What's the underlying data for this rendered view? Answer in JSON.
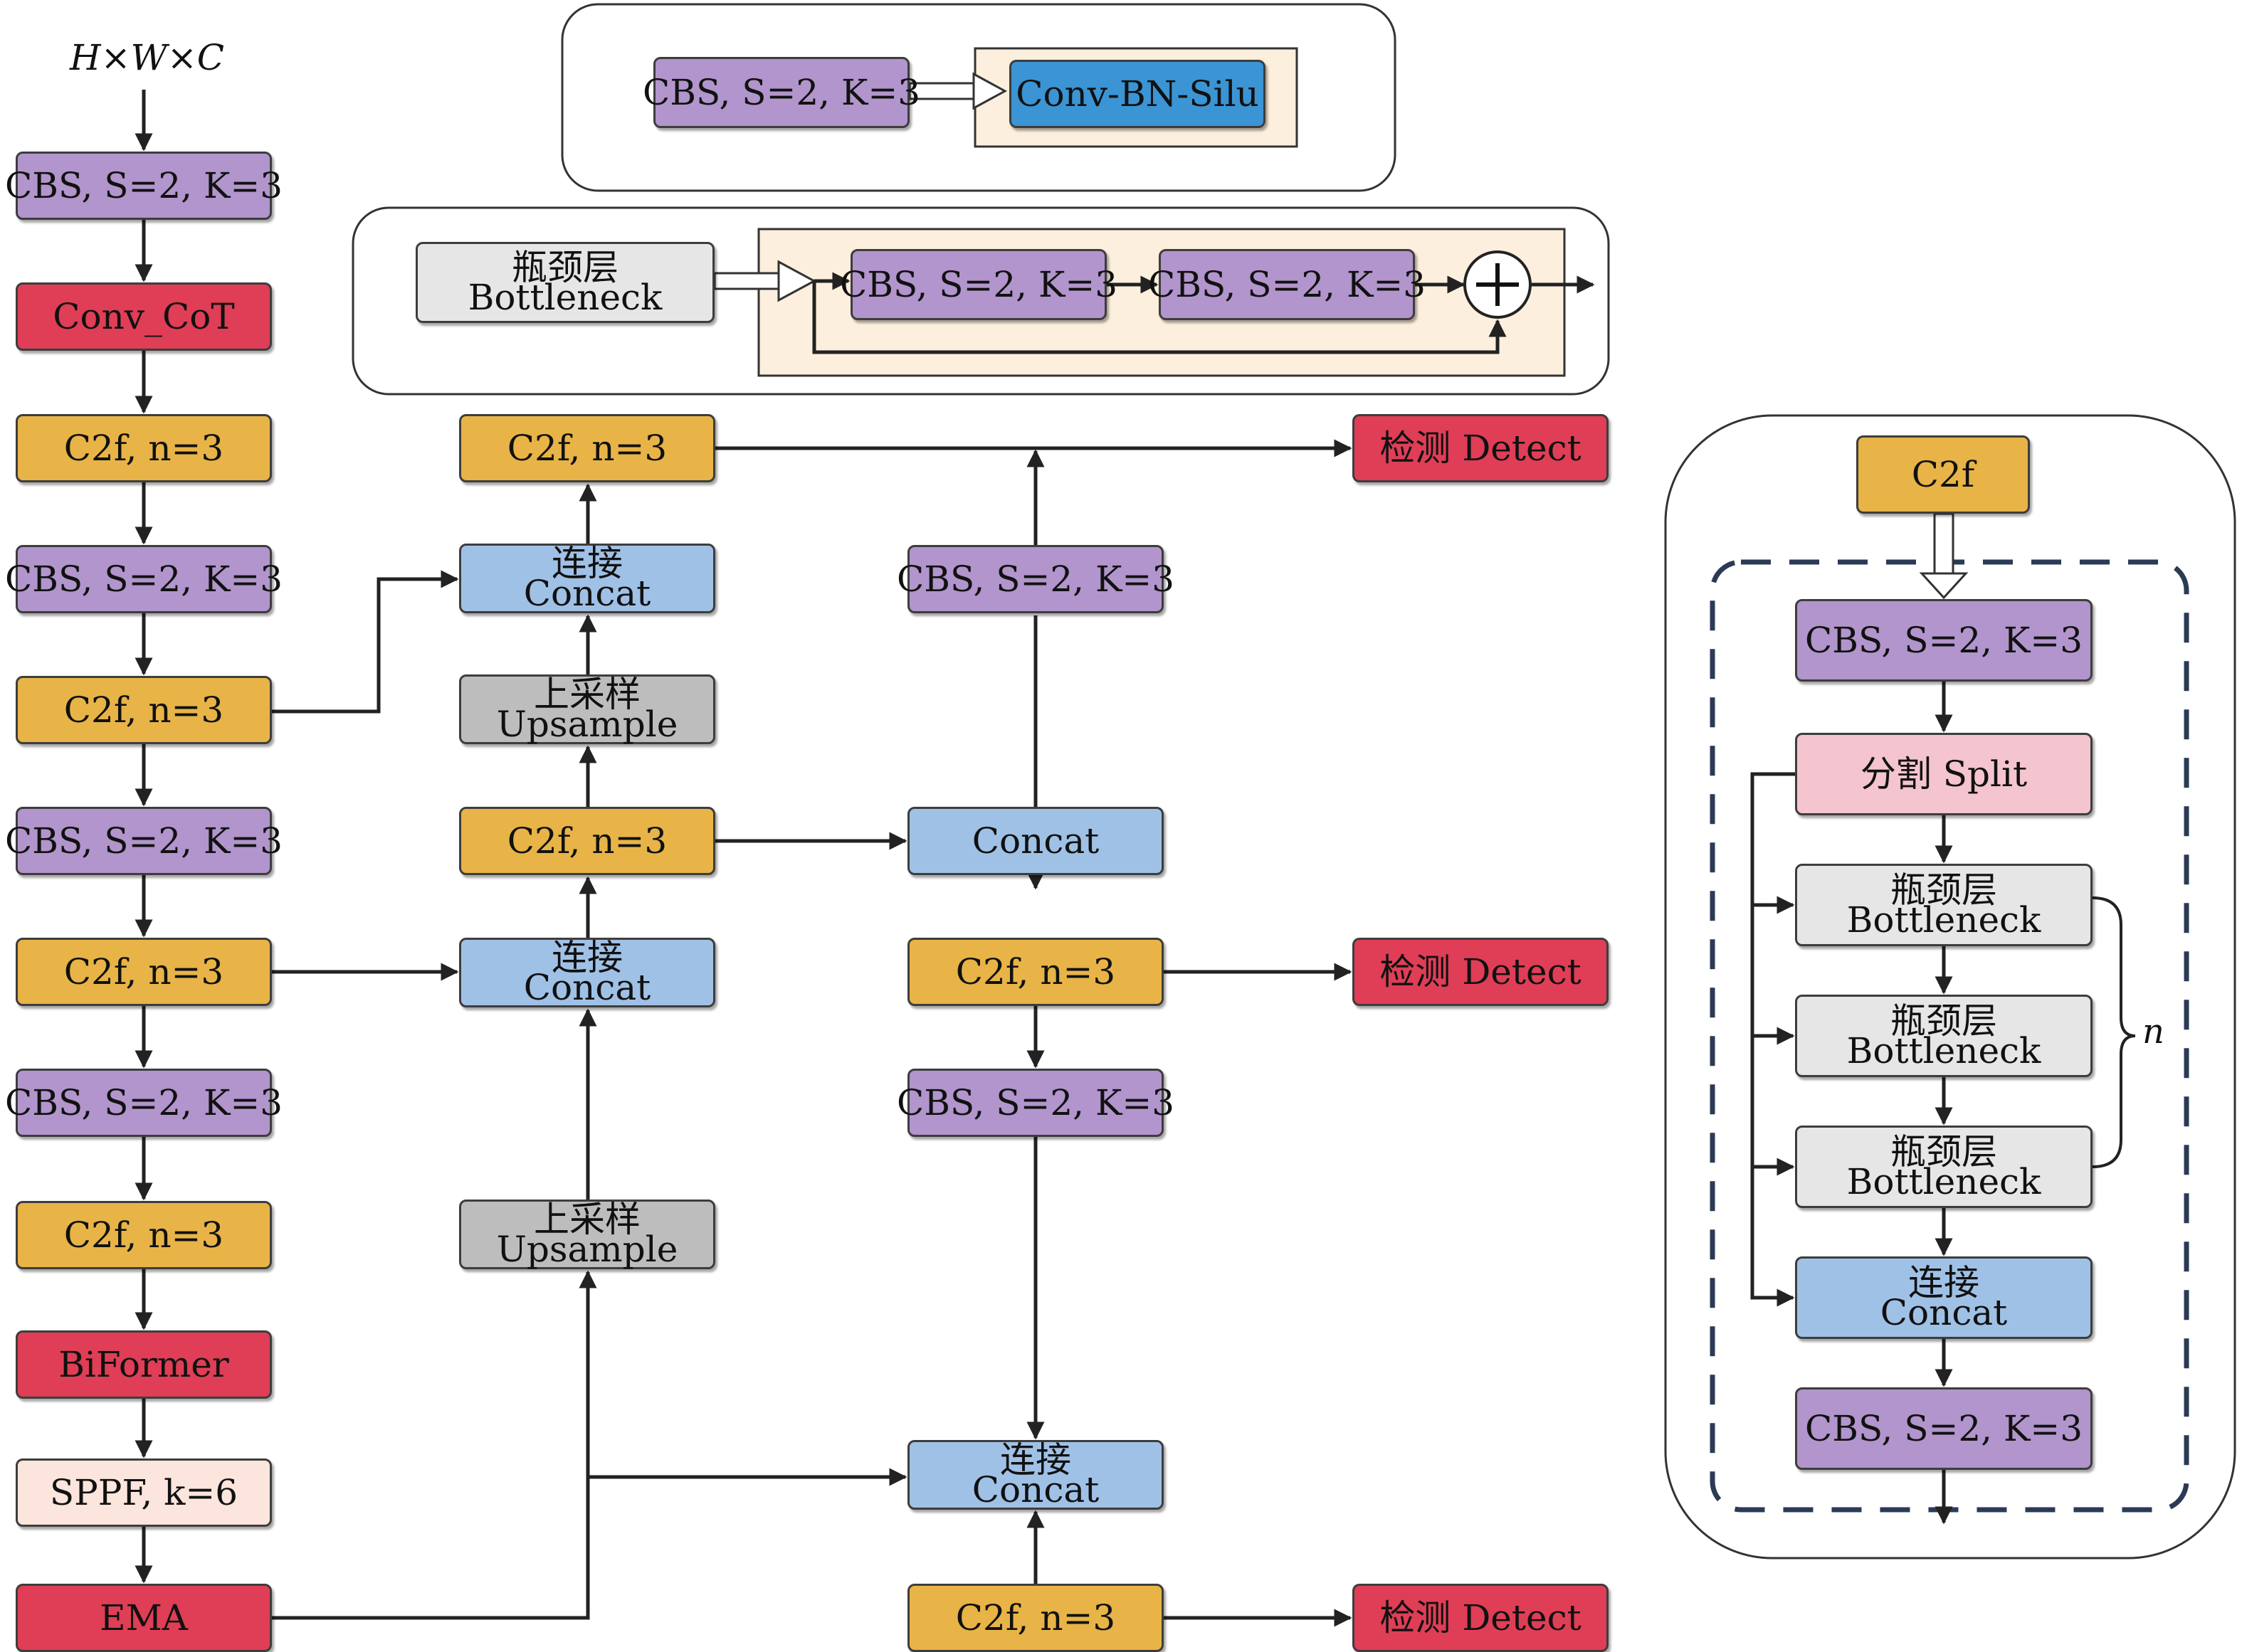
{
  "colors": {
    "cbs": "#b195cc",
    "c2f": "#e8b447",
    "red": "#df3e56",
    "blue": "#a0c1e6",
    "gray": "#bdbdbd",
    "light": "#e6e6e6",
    "pink": "#f4c4cf",
    "sppf": "#fbe5dd",
    "convbn": "#3b94d4",
    "panel": "#fdefdd"
  },
  "input_label": "H×W×C",
  "n_label": "n",
  "nodes": {
    "b1": "CBS, S=2, K=3",
    "b2": "Conv_CoT",
    "b3": "C2f, n=3",
    "b4": "CBS, S=2, K=3",
    "b5": "C2f, n=3",
    "b6": "CBS, S=2, K=3",
    "b7": "C2f, n=3",
    "b8": "CBS, S=2, K=3",
    "b9": "C2f, n=3",
    "b10": "BiFormer",
    "b11": "SPPF, k=6",
    "b12": "EMA",
    "n_up1": [
      "上采样",
      "Upsample"
    ],
    "n_cat1": [
      "连接",
      "Concat"
    ],
    "n_c2f1": "C2f, n=3",
    "n_up2": [
      "上采样",
      "Upsample"
    ],
    "n_cat2": [
      "连接",
      "Concat"
    ],
    "n_c2f2": "C2f, n=3",
    "p_c2f_bot": "C2f, n=3",
    "p_cat_bot": [
      "连接",
      "Concat"
    ],
    "p_cbs_mid": "CBS, S=2, K=3",
    "p_c2f_mid": "C2f, n=3",
    "p_concat": "Concat",
    "p_cbs_top": "CBS, S=2, K=3",
    "d1": "检测 Detect",
    "d2": "检测 Detect",
    "d3": "检测 Detect",
    "l1_cbs": "CBS, S=2, K=3",
    "l1_conv": "Conv-BN-Silu",
    "l2_bn": [
      "瓶颈层",
      "Bottleneck"
    ],
    "l2_cbs1": "CBS, S=2, K=3",
    "l2_cbs2": "CBS, S=2, K=3",
    "r_c2f": "C2f",
    "r_cbs1": "CBS, S=2, K=3",
    "r_split": "分割 Split",
    "r_bn1": [
      "瓶颈层",
      "Bottleneck"
    ],
    "r_bn2": [
      "瓶颈层",
      "Bottleneck"
    ],
    "r_bn3": [
      "瓶颈层",
      "Bottleneck"
    ],
    "r_cat": [
      "连接",
      "Concat"
    ],
    "r_cbs2": "CBS, S=2, K=3"
  }
}
